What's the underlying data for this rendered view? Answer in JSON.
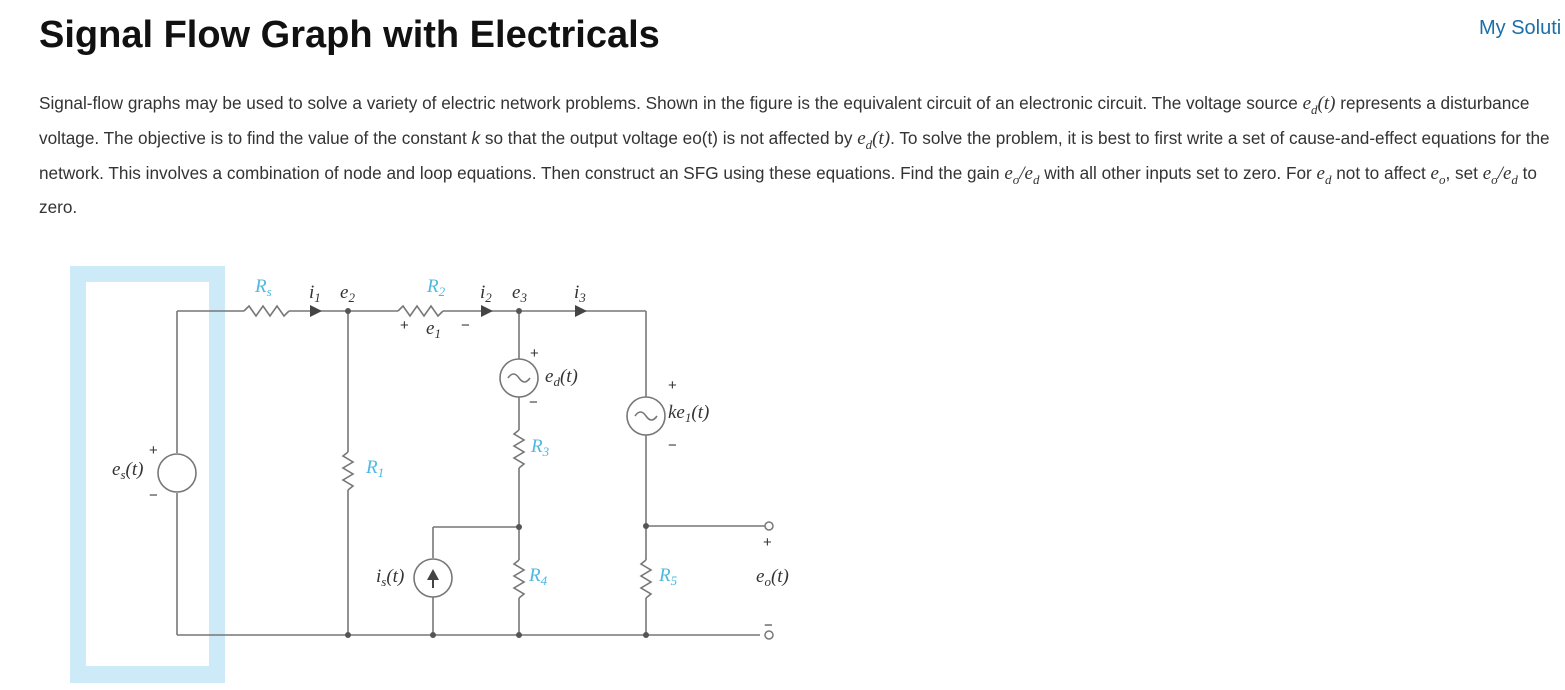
{
  "header": {
    "title": "Signal Flow Graph with Electricals",
    "link_label": "My Soluti"
  },
  "problem": {
    "p1": "Signal-flow graphs may be used to solve a variety of electric network problems. Shown in the figure is the equivalent circuit of an electronic circuit. The voltage source ",
    "m_ed_t": "e",
    "m_ed_sub": "d",
    "m_t_paren": "(t)",
    "p2": " represents a disturbance voltage. The objective is to find the value of the constant ",
    "k": "k",
    "p3": " so that the output voltage eo(t) is not affected by ",
    "p4": ". To solve the problem, it is best to first write a set of cause-and-effect equations for the network. This involves a combination of node and loop equations. Then construct an SFG using these equations. Find the gain ",
    "gain_expr": "e",
    "p5": " with all other inputs set to zero. For ",
    "p6": " not to affect ",
    "p7": ", set ",
    "p8": " to zero."
  },
  "circuit": {
    "labels": {
      "Rs": "R",
      "Rs_sub": "s",
      "i1": "i",
      "i1_sub": "1",
      "e2": "e",
      "e2_sub": "2",
      "R2": "R",
      "R2_sub": "2",
      "i2": "i",
      "i2_sub": "2",
      "e3": "e",
      "e3_sub": "3",
      "i3": "i",
      "i3_sub": "3",
      "e1": "e",
      "e1_sub": "1",
      "ed": "e",
      "ed_sub": "d",
      "ed_t": "(t)",
      "ke1": "ke",
      "ke1_sub": "1",
      "ke1_t": "(t)",
      "R3": "R",
      "R3_sub": "3",
      "es": "e",
      "es_sub": "s",
      "es_t": "(t)",
      "R1": "R",
      "R1_sub": "1",
      "is": "i",
      "is_sub": "s",
      "is_t": "(t)",
      "R4": "R",
      "R4_sub": "4",
      "R5": "R",
      "R5_sub": "5",
      "eo": "e",
      "eo_sub": "o",
      "eo_t": "(t)",
      "plus": "+",
      "minus": "−"
    },
    "colors": {
      "wire": "#777777",
      "component_label": "#4fb8de",
      "highlight": "#cdeaf9"
    }
  }
}
